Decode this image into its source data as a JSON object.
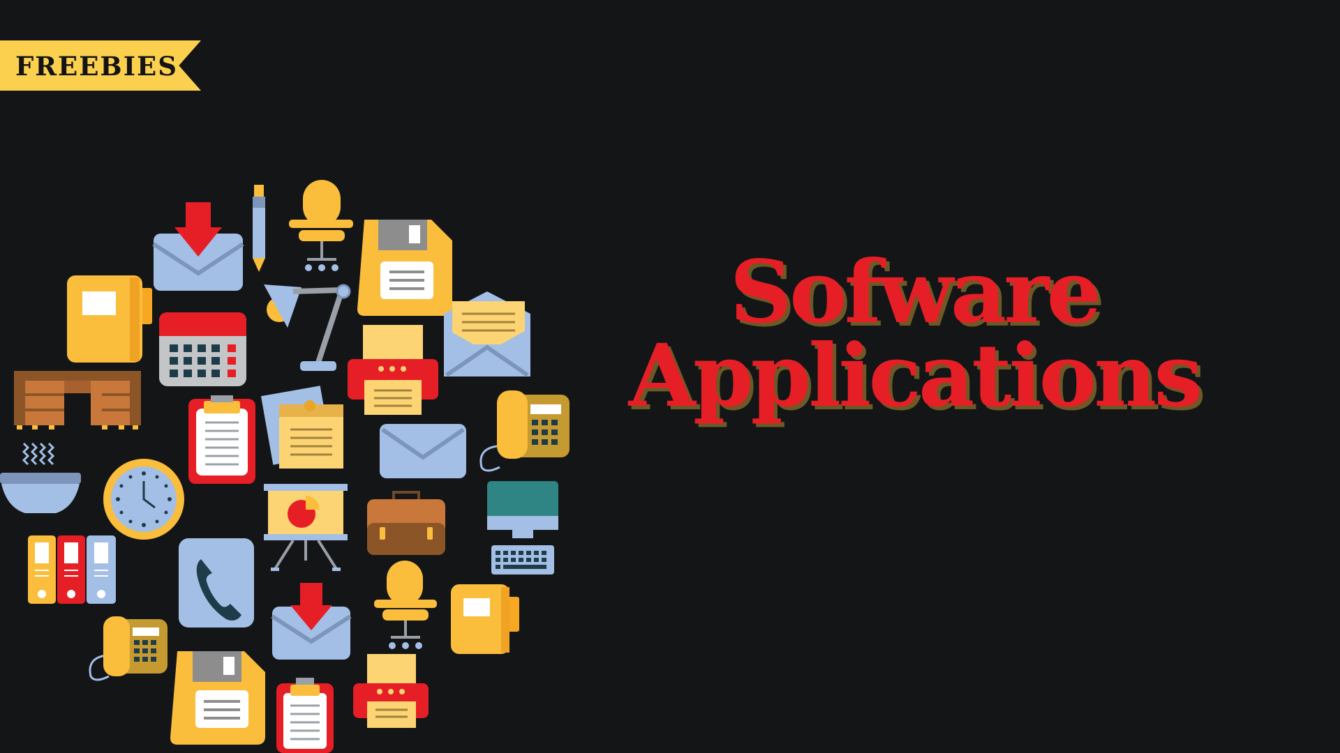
{
  "badge": {
    "label": "FREEBIES"
  },
  "title": {
    "line1": "Sofware",
    "line2": "Applications"
  },
  "colors": {
    "background": "#141517",
    "badge": "#fcd04f",
    "title": "#e61e26",
    "title_shadow": "#6b5a26",
    "icon_yellow": "#fbbd3c",
    "icon_red": "#e61e26",
    "icon_blue": "#a3bfe6",
    "icon_brown": "#c9773a",
    "icon_teal": "#2f8584"
  },
  "icons": [
    "download-mail-icon",
    "pen-icon",
    "office-chair-icon",
    "floppy-disk-icon",
    "folder-icon",
    "desk-lamp-icon",
    "calendar-icon",
    "open-envelope-icon",
    "printer-icon",
    "desk-icon",
    "clipboard-icon",
    "sticky-notes-icon",
    "envelope-icon",
    "desk-phone-icon",
    "hot-bowl-icon",
    "clock-icon",
    "presentation-board-icon",
    "briefcase-icon",
    "computer-icon",
    "binders-icon",
    "phone-icon",
    "download-mail-icon",
    "office-chair-icon",
    "folder-icon",
    "desk-phone-icon",
    "floppy-disk-icon",
    "clipboard-icon",
    "printer-icon"
  ]
}
